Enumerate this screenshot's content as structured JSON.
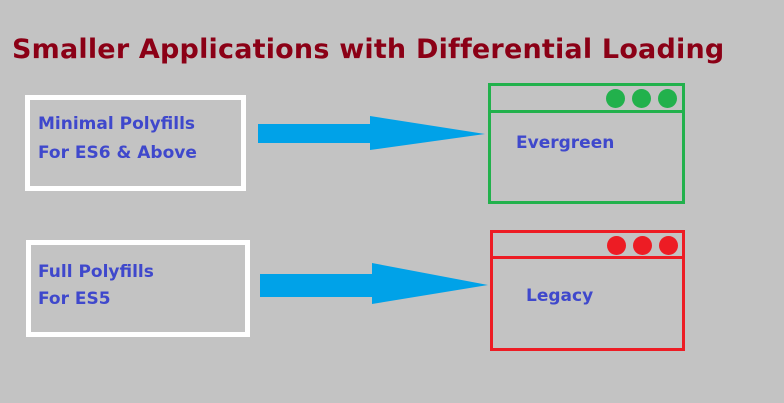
{
  "title": "Smaller Applications with Differential Loading",
  "rows": [
    {
      "source_lines": [
        "Minimal Polyfills",
        "For ES6 & Above"
      ],
      "target": "Evergreen",
      "target_color": "#22b14c"
    },
    {
      "source_lines": [
        "Full Polyfills",
        "For ES5"
      ],
      "target": "Legacy",
      "target_color": "#ed1c24"
    }
  ],
  "colors": {
    "title": "#8b0016",
    "text": "#3f48cc",
    "arrow": "#00a2e8",
    "background": "#c3c3c3"
  }
}
